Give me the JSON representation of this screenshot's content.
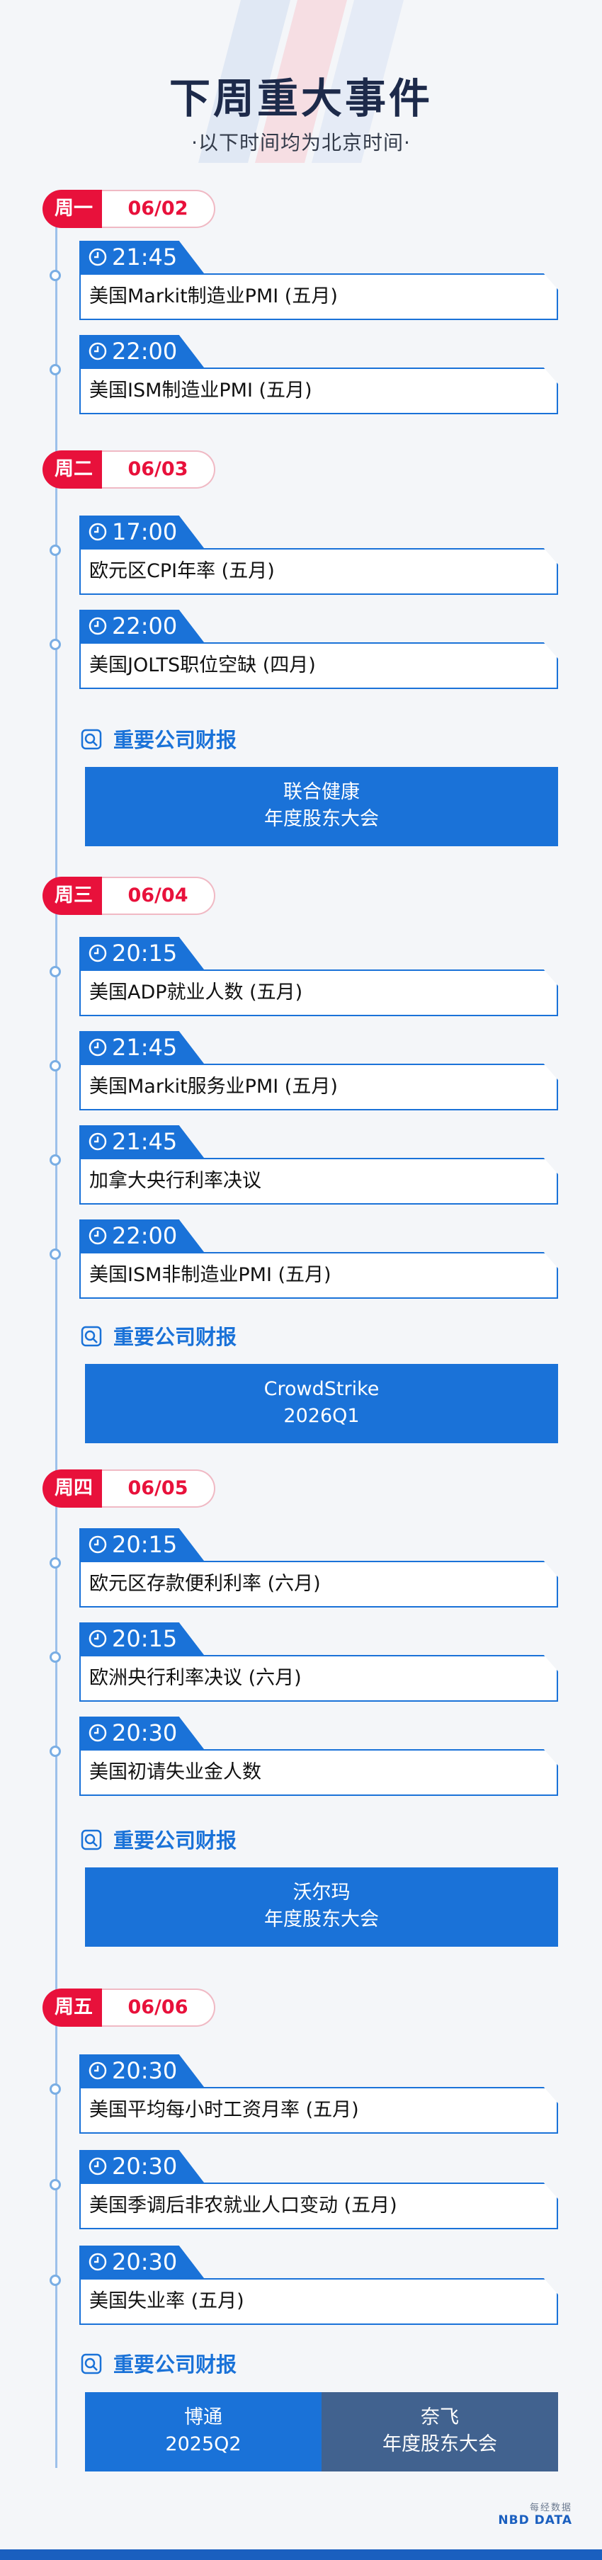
{
  "header": {
    "title": "下周重大事件",
    "subtitle": "·以下时间均为北京时间·"
  },
  "days": [
    {
      "weekday": "周一",
      "date": "06/02"
    },
    {
      "weekday": "周二",
      "date": "06/03"
    },
    {
      "weekday": "周三",
      "date": "06/04"
    },
    {
      "weekday": "周四",
      "date": "06/05"
    },
    {
      "weekday": "周五",
      "date": "06/06"
    }
  ],
  "events": [
    {
      "time": "21:45",
      "label": "美国Markit制造业PMI (五月)"
    },
    {
      "time": "22:00",
      "label": "美国ISM制造业PMI (五月)"
    },
    {
      "time": "17:00",
      "label": "欧元区CPI年率 (五月)"
    },
    {
      "time": "22:00",
      "label": "美国JOLTS职位空缺 (四月)"
    },
    {
      "time": "20:15",
      "label": "美国ADP就业人数 (五月)"
    },
    {
      "time": "21:45",
      "label": "美国Markit服务业PMI (五月)"
    },
    {
      "time": "21:45",
      "label": "加拿大央行利率决议"
    },
    {
      "time": "22:00",
      "label": "美国ISM非制造业PMI (五月)"
    },
    {
      "time": "20:15",
      "label": "欧元区存款便利利率 (六月)"
    },
    {
      "time": "20:15",
      "label": "欧洲央行利率决议 (六月)"
    },
    {
      "time": "20:30",
      "label": "美国初请失业金人数"
    },
    {
      "time": "20:30",
      "label": "美国平均每小时工资月率 (五月)"
    },
    {
      "time": "20:30",
      "label": "美国季调后非农就业人口变动 (五月)"
    },
    {
      "time": "20:30",
      "label": "美国失业率 (五月)"
    }
  ],
  "earnings_heading": "重要公司财报",
  "earnings": [
    {
      "line1": "联合健康",
      "line2": "年度股东大会"
    },
    {
      "line1": "CrowdStrike",
      "line2": "2026Q1"
    },
    {
      "line1": "沃尔玛",
      "line2": "年度股东大会"
    },
    {
      "line1": "博通",
      "line2": "2025Q2"
    },
    {
      "line1": "奈飞",
      "line2": "年度股东大会"
    }
  ],
  "footer": {
    "logo_cn": "每经数据",
    "logo_en": "NBD DATA"
  },
  "colors": {
    "accent_red": "#e8113b",
    "accent_blue": "#1a72d8",
    "card_alt": "#41628f",
    "title": "#1d2a4a"
  }
}
